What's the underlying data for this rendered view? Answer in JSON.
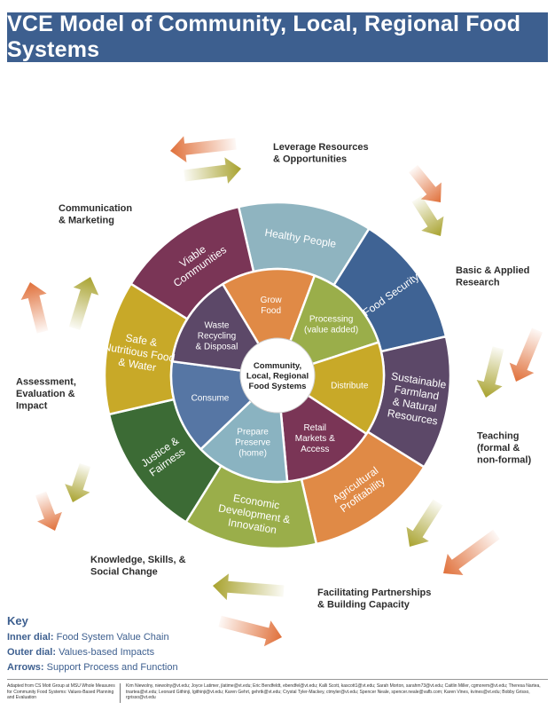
{
  "title": "VCE Model of Community, Local, Regional Food Systems",
  "center": [
    "Community,",
    "Local, Regional",
    "Food Systems"
  ],
  "inner_dial": [
    {
      "lines": [
        "Grow",
        "Food"
      ],
      "color": "#e08a46"
    },
    {
      "lines": [
        "Processing",
        "(value added)"
      ],
      "color": "#9aae4a"
    },
    {
      "lines": [
        "Distribute"
      ],
      "color": "#c8a928"
    },
    {
      "lines": [
        "Retail",
        "Markets &",
        "Access"
      ],
      "color": "#7a3556"
    },
    {
      "lines": [
        "Prepare",
        "Preserve",
        "(home)"
      ],
      "color": "#8ab3c1"
    },
    {
      "lines": [
        "Consume"
      ],
      "color": "#5676a4"
    },
    {
      "lines": [
        "Waste",
        "Recycling",
        "& Disposal"
      ],
      "color": "#5c4868"
    }
  ],
  "outer_dial": [
    {
      "lines": [
        "Healthy People"
      ],
      "color": "#8fb4c0"
    },
    {
      "lines": [
        "Food Security"
      ],
      "color": "#3f6394"
    },
    {
      "lines": [
        "Sustainable",
        "Farmland",
        "& Natural",
        "Resources"
      ],
      "color": "#5c4868"
    },
    {
      "lines": [
        "Agricultural",
        "Profitability"
      ],
      "color": "#e08a46"
    },
    {
      "lines": [
        "Economic",
        "Development &",
        "Innovation"
      ],
      "color": "#9aae4a"
    },
    {
      "lines": [
        "Justice &",
        "Fairness"
      ],
      "color": "#3c6b35"
    },
    {
      "lines": [
        "Safe &",
        "Nutritious Food",
        "& Water"
      ],
      "color": "#c8a928"
    },
    {
      "lines": [
        "Viable",
        "Communities"
      ],
      "color": "#7a3556"
    }
  ],
  "supports": [
    {
      "lines": [
        "Leverage Resources",
        "& Opportunities"
      ]
    },
    {
      "lines": [
        "Basic & Applied",
        "Research"
      ]
    },
    {
      "lines": [
        "Teaching",
        "(formal &",
        "non-formal)"
      ]
    },
    {
      "lines": [
        "Facilitating Partnerships",
        "& Building Capacity"
      ]
    },
    {
      "lines": [
        "Knowledge, Skills, &",
        "Social Change"
      ]
    },
    {
      "lines": [
        "Assessment,",
        "Evaluation &",
        "Impact"
      ]
    },
    {
      "lines": [
        "Communication",
        "& Marketing"
      ]
    }
  ],
  "arrow_colors": {
    "orange": "#e0703a",
    "olive": "#a8a22e"
  },
  "key": {
    "title": "Key",
    "inner_label": "Inner dial:",
    "inner_text": "Food System Value Chain",
    "outer_label": "Outer dial:",
    "outer_text": "Values-based Impacts",
    "arrows_label": "Arrows:",
    "arrows_text": "Support Process and Function"
  },
  "footer": {
    "left": "Adapted from CS Mott Group at MSU Whole Measures for Community Food Systems: Values-Based Planning and Evaluation",
    "right": "Kim Niewolny, niewolny@vt.edu; Joyce Latimer, jlatime@vt.edu; Eric Bendfeldt, ebendfel@vt.edu; Kalli Scott, kascott1@vt.edu; Sarah Morton, sarahm73@vt.edu; Caitlin Miller, cgmorem@vt.edu; Theresa Nartea, tnartea@vt.edu; Leonard Githinji, lgithinji@vt.edu; Karen Gehrt, gehrtk@vt.edu; Crystal Tyler-Mackey, ctmyler@vt.edu; Spencer Neale, spencer.neale@vafb.com; Karen Vines, kvines@vt.edu; Bobby Grisso, rgrisso@vt.edu"
  }
}
